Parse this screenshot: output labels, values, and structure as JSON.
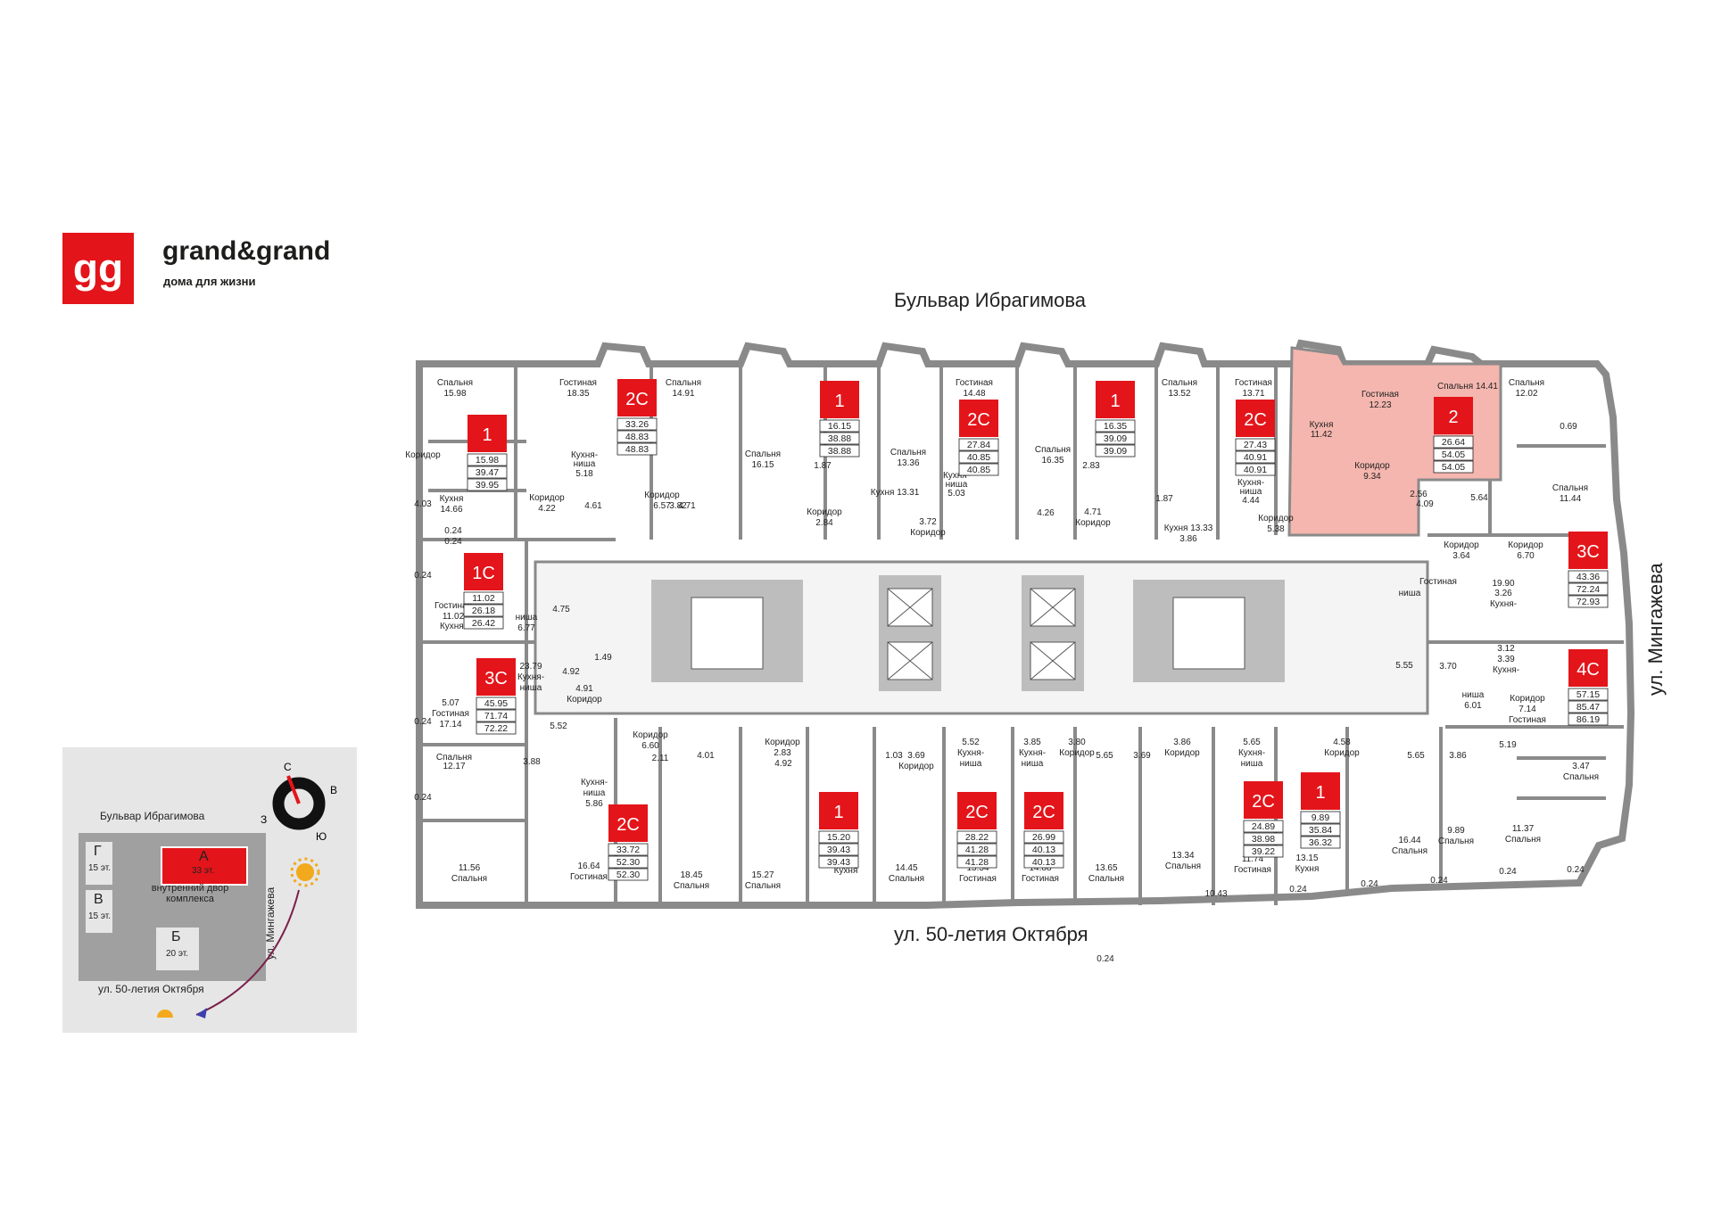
{
  "brand": {
    "name": "grand&grand",
    "tagline": "дома для жизни",
    "logo_glyph": "gg"
  },
  "streets": {
    "top": "Бульвар Ибрагимова",
    "bottom": "ул. 50-летия Октября",
    "right": "ул. Мингажева"
  },
  "colors": {
    "unit_badge": "#e3151a",
    "highlight": "#f4b6ae",
    "wall": "#8a8a8a",
    "core": "#c8c8c8"
  },
  "units": [
    {
      "num": "1",
      "areas": [
        "15.98",
        "39.47",
        "39.95"
      ]
    },
    {
      "num": "2С",
      "areas": [
        "33.26",
        "48.83",
        "48.83"
      ]
    },
    {
      "num": "1",
      "areas": [
        "16.15",
        "38.88",
        "38.88"
      ]
    },
    {
      "num": "2С",
      "areas": [
        "27.84",
        "40.85",
        "40.85"
      ]
    },
    {
      "num": "1",
      "areas": [
        "16.35",
        "39.09",
        "39.09"
      ]
    },
    {
      "num": "2С",
      "areas": [
        "27.43",
        "40.91",
        "40.91"
      ]
    },
    {
      "num": "2",
      "areas": [
        "26.64",
        "54.05",
        "54.05"
      ]
    },
    {
      "num": "1С",
      "areas": [
        "11.02",
        "26.18",
        "26.42"
      ]
    },
    {
      "num": "3С",
      "areas": [
        "45.95",
        "71.74",
        "72.22"
      ]
    },
    {
      "num": "3С",
      "areas": [
        "43.36",
        "72.24",
        "72.93"
      ]
    },
    {
      "num": "4С",
      "areas": [
        "57.15",
        "85.47",
        "86.19"
      ]
    },
    {
      "num": "2С",
      "areas": [
        "33.72",
        "52.30",
        "52.30"
      ]
    },
    {
      "num": "1",
      "areas": [
        "15.20",
        "39.43",
        "39.43"
      ]
    },
    {
      "num": "2С",
      "areas": [
        "28.22",
        "41.28",
        "41.28"
      ]
    },
    {
      "num": "2С",
      "areas": [
        "26.99",
        "40.13",
        "40.13"
      ]
    },
    {
      "num": "2С",
      "areas": [
        "24.89",
        "38.98",
        "39.22"
      ]
    },
    {
      "num": "1",
      "areas": [
        "9.89",
        "35.84",
        "36.32"
      ]
    }
  ],
  "rooms": [
    "Спальня",
    "15.98",
    "Гостиная",
    "18.35",
    "Кухня-",
    "ниша",
    "5.18",
    "Спальня",
    "14.91",
    "Спальня",
    "16.15",
    "Гостиная",
    "14.48",
    "Спальня",
    "13.36",
    "Кухня-",
    "ниша",
    "5.03",
    "Спальня",
    "16.35",
    "Спальня",
    "13.52",
    "Гостиная",
    "13.71",
    "Кухня-",
    "ниша",
    "4.44",
    "Гостиная",
    "12.23",
    "Кухня",
    "11.42",
    "Спальня 14.41",
    "Коридор",
    "9.34",
    "Спальня",
    "12.02",
    "0.69",
    "Спальня",
    "11.44",
    "Кухня",
    "14.66",
    "Коридор",
    "4.22",
    "4.61",
    "Коридор",
    "6.57",
    "3.82",
    "4.71",
    "Коридор",
    "2.84",
    "1.87",
    "Кухня 13.31",
    "3.72",
    "Коридор",
    "4.26",
    "4.71",
    "Коридор",
    "2.83",
    "1.87",
    "Кухня 13.33",
    "3.86",
    "Коридор",
    "5.38",
    "2.56",
    "4.09",
    "5.64",
    "Коридор",
    "4.03",
    "0.24",
    "0.24",
    "0.24",
    "Гостиная",
    "11.02",
    "Кухня-",
    "ниша",
    "6.77",
    "4.75",
    "Коридор",
    "3.64",
    "Коридор",
    "6.70",
    "Гостиная",
    "19.90",
    "3.26",
    "Кухня-",
    "ниша",
    "5.55",
    "3.70",
    "3.12",
    "3.39",
    "Кухня-",
    "ниша",
    "6.01",
    "Коридор",
    "7.14",
    "Гостиная",
    "23.79",
    "Кухня-",
    "ниша",
    "4.92",
    "1.49",
    "4.91",
    "Коридор",
    "5.07",
    "Гостиная",
    "17.14",
    "Спальня",
    "12.17",
    "0.24",
    "0.24",
    "3.88",
    "5.52",
    "Кухня-",
    "ниша",
    "5.86",
    "Коридор",
    "6.60",
    "2.11",
    "4.01",
    "4.92",
    "Коридор",
    "2.83",
    "1.03",
    "3.69",
    "Коридор",
    "5.52",
    "Кухня-",
    "ниша",
    "3.85",
    "Кухня-",
    "ниша",
    "3.80",
    "Коридор",
    "5.65",
    "3.69",
    "3.86",
    "Коридор",
    "5.65",
    "Кухня-",
    "ниша",
    "4.58",
    "Коридор",
    "5.65",
    "3.86",
    "5.19",
    "3.47",
    "Спальня",
    "11.56",
    "Спальня",
    "16.64",
    "Гостиная",
    "18.45",
    "Спальня",
    "15.27",
    "Спальня",
    "15.20",
    "Кухня",
    "14.45",
    "Спальня",
    "13.34",
    "Гостиная",
    "14.88",
    "Гостиная",
    "13.65",
    "Спальня",
    "13.34",
    "Спальня",
    "11.74",
    "Гостиная",
    "13.15",
    "Кухня",
    "16.44",
    "Спальня",
    "9.89",
    "Спальня",
    "11.37",
    "Спальня",
    "10.43",
    "0.24",
    "0.24",
    "0.24",
    "0.24",
    "0.24",
    "0.24"
  ],
  "site_plan": {
    "street_top": "Бульвар Ибрагимова",
    "street_right": "ул. Мингажева",
    "street_bottom": "ул. 50-летия Октября",
    "building_a": "А",
    "building_a_floors": "33 эт.",
    "building_g": "Г",
    "building_g_floors": "15 эт.",
    "building_v": "В",
    "building_v_floors": "15 эт.",
    "building_b": "Б",
    "building_b_floors": "20 эт.",
    "courtyard": [
      "внутренний двор",
      "комплекса"
    ],
    "compass": {
      "n": "С",
      "e": "В",
      "s": "Ю",
      "w": "З"
    },
    "icons": [
      "sun-icon",
      "sun-icon",
      "arrow-icon",
      "compass-icon"
    ]
  }
}
